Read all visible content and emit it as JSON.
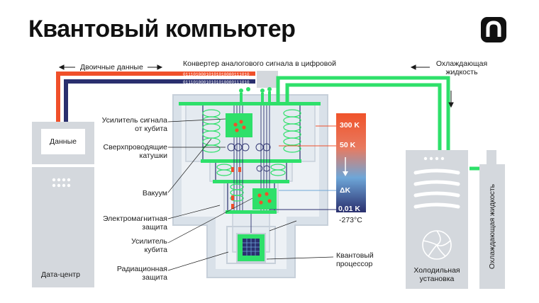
{
  "title": "Квантовый компьютер",
  "labels": {
    "binary_data": "Двоичные данные",
    "converter": "Конвертер аналогового сигнала в цифровой",
    "coolant_top_line1": "Охлаждающая",
    "coolant_top_line2": "жидкость",
    "data": "Данные",
    "datacenter": "Дата-центр",
    "amp_line1": "Усилитель сигнала",
    "amp_line2": "от кубита",
    "coils_line1": "Сверхпроводящие",
    "coils_line2": "катушки",
    "vacuum": "Вакуум",
    "em_line1": "Электромагнитная",
    "em_line2": "защита",
    "qamp_line1": "Усилитель",
    "qamp_line2": "кубита",
    "rad_line1": "Радиационная",
    "rad_line2": "защита",
    "processor_line1": "Квантовый",
    "processor_line2": "процессор",
    "fridge_line1": "Холодильная",
    "fridge_line2": "установка",
    "coolant_vertical": "Охлаждающая жидкость"
  },
  "temperatures": [
    "300 K",
    "50 K",
    "ΔK",
    "0,01 K",
    "-273°C"
  ],
  "wire_text": "01110100010101010000111010",
  "colors": {
    "green": "#2ee06a",
    "red": "#f0502a",
    "navy": "#2a2f6e",
    "panel_gray": "#d4d8dd",
    "light_gray": "#e8ebef",
    "cryostat_bg": "#e6ecf2"
  },
  "icons": [
    "logo-icon",
    "arrow-left-icon",
    "arrow-right-icon",
    "arrow-down-icon",
    "fan-icon",
    "chip-icon"
  ]
}
